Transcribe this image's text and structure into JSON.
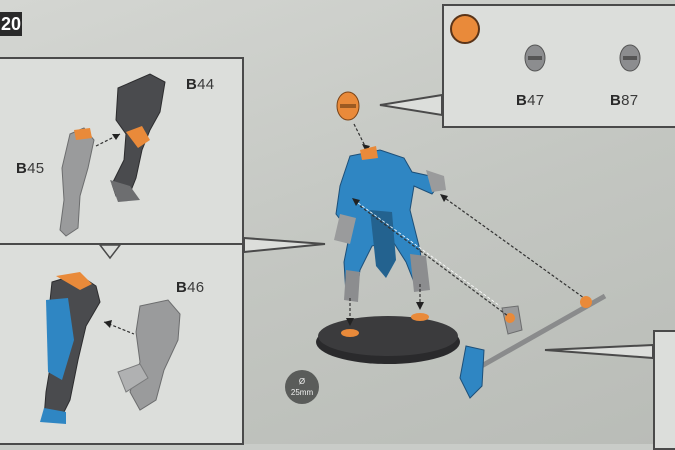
{
  "step": {
    "number": "20"
  },
  "parts": {
    "b44": {
      "letter": "B",
      "number": "44"
    },
    "b45": {
      "letter": "B",
      "number": "45"
    },
    "b46": {
      "letter": "B",
      "number": "46"
    },
    "b47": {
      "letter": "B",
      "number": "47"
    },
    "b87": {
      "letter": "B",
      "number": "87"
    }
  },
  "base": {
    "symbol": "Ø",
    "size": "25mm"
  },
  "icons": {
    "head_choice": "head-choice-icon",
    "assembly_arrows": "dashed-arrow-icon"
  },
  "colors": {
    "highlight_orange": "#e98a3a",
    "armor_blue": "#2f86c3",
    "plastic_grey": "#9a9b9c",
    "background": "#c9ccc8"
  }
}
